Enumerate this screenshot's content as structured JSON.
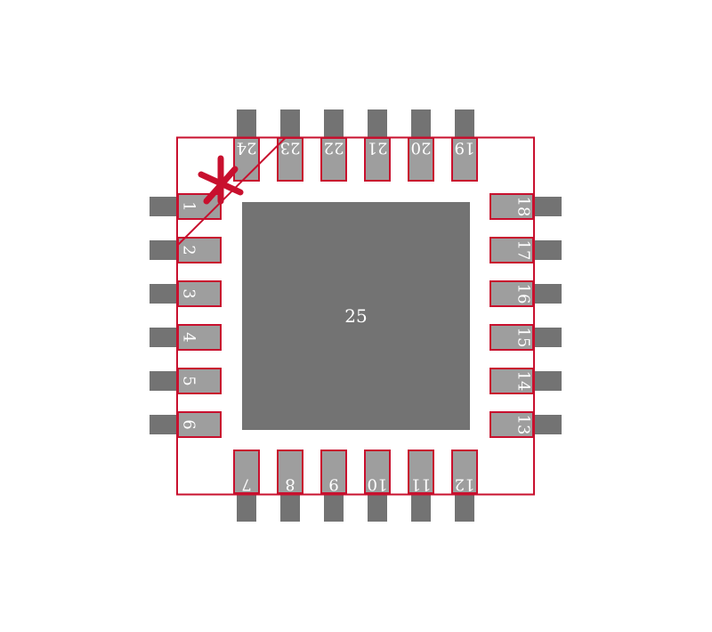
{
  "package": {
    "thermal_pad_label": "25",
    "pins": {
      "left": [
        "1",
        "2",
        "3",
        "4",
        "5",
        "6"
      ],
      "bottom": [
        "7",
        "8",
        "9",
        "10",
        "11",
        "12"
      ],
      "right": [
        "13",
        "14",
        "15",
        "16",
        "17",
        "18"
      ],
      "top": [
        "19",
        "20",
        "21",
        "22",
        "23",
        "24"
      ]
    }
  },
  "colors": {
    "background": "#ffffff",
    "copper": "#737373",
    "pad_fill": "#9e9e9e",
    "silkscreen": "#c8102e",
    "text": "#ffffff"
  }
}
